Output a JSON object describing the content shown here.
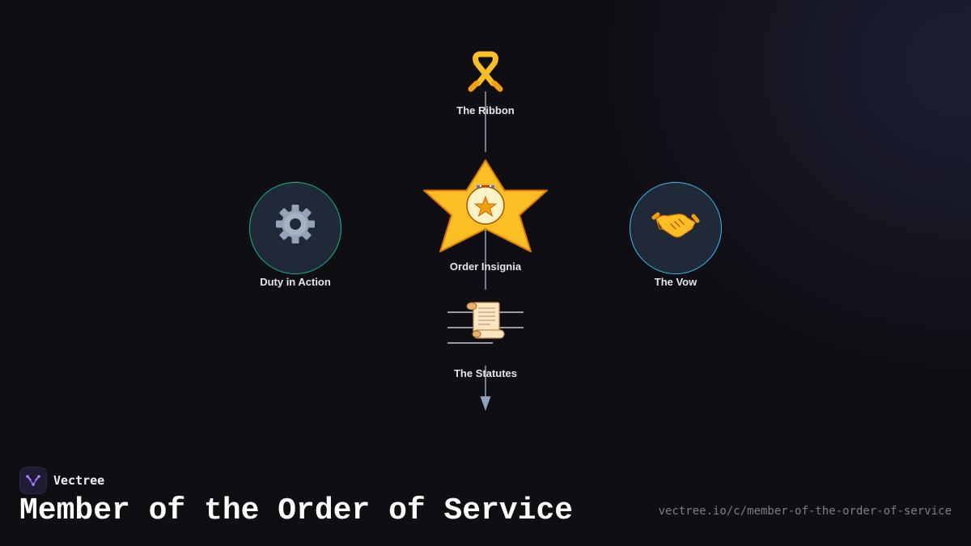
{
  "diagram": {
    "nodes": {
      "ribbon": {
        "label": "The Ribbon",
        "icon": "ribbon-icon",
        "glyph": "🎗"
      },
      "insignia": {
        "label": "Order Insignia",
        "icon": "medal-icon",
        "glyph": "🎖"
      },
      "duty": {
        "label": "Duty in Action",
        "icon": "gear-icon",
        "glyph": "⚙"
      },
      "vow": {
        "label": "The Vow",
        "icon": "handshake-icon",
        "glyph": "🤝"
      },
      "statutes": {
        "label": "The Statutes",
        "icon": "scroll-icon",
        "glyph": "📜"
      }
    },
    "colors": {
      "star_fill": "#fbbf24",
      "star_stroke": "#d97706",
      "circle_fill": "#1f2937",
      "duty_ring": "#10b981",
      "vow_ring": "#38bdf8",
      "connector": "#8fa3bf"
    }
  },
  "footer": {
    "brand": "Vectree",
    "title": "Member of the Order of Service",
    "url": "vectree.io/c/member-of-the-order-of-service"
  }
}
